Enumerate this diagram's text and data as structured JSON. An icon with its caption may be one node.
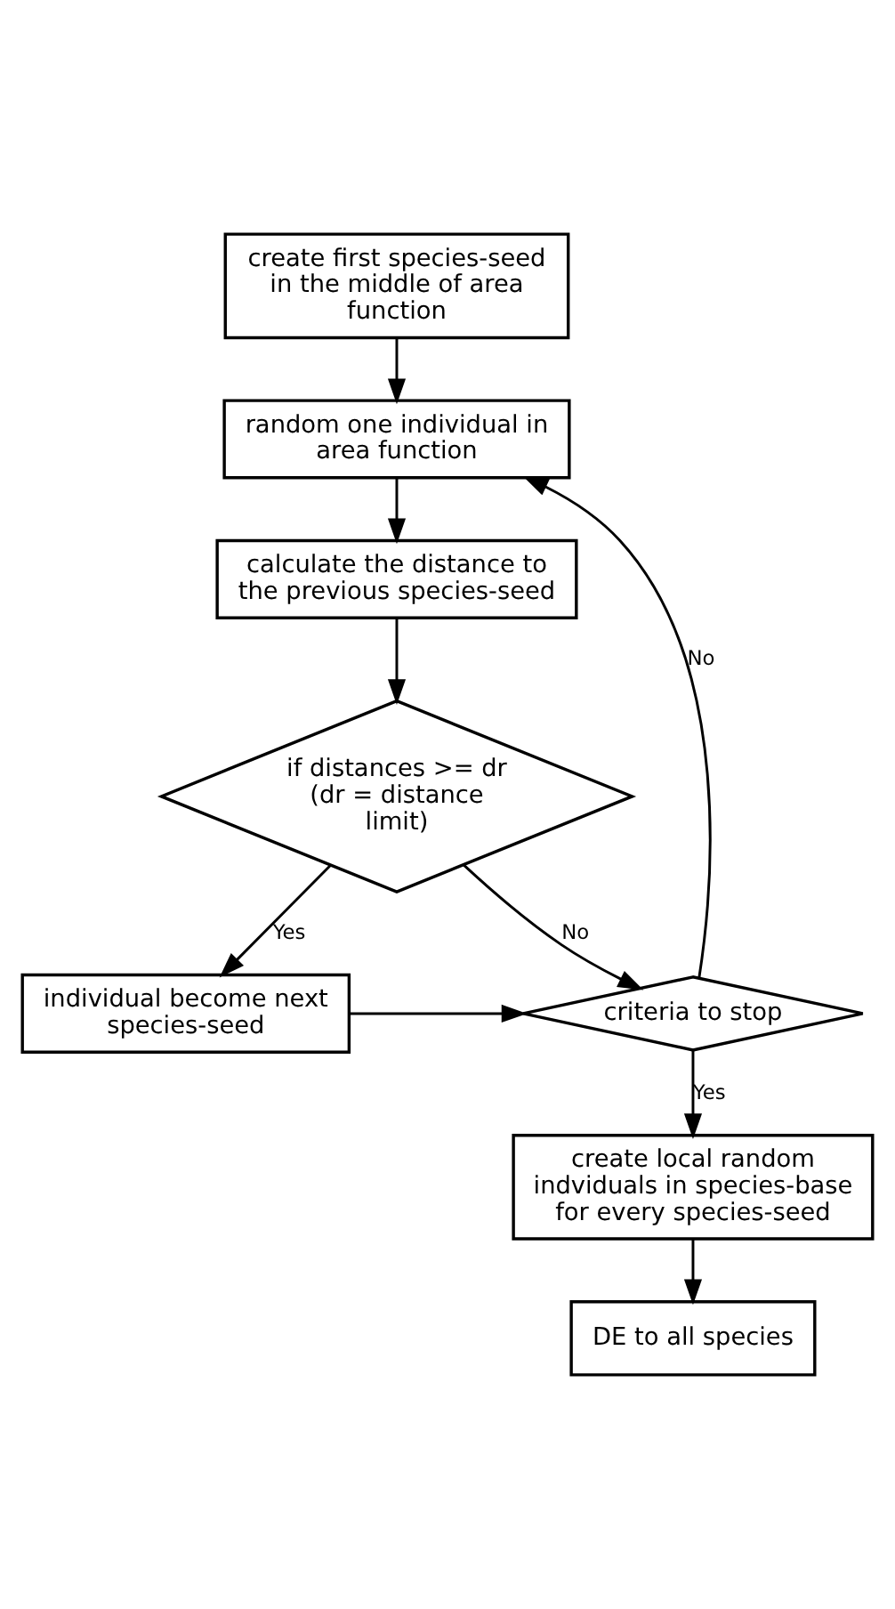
{
  "diagram": {
    "nodes": [
      {
        "text": [
          "create first species-seed in the middle of area function"
        ]
      },
      {
        "text": [
          "random one individual in area function"
        ]
      },
      {
        "text": [
          "calculate the distance to the previous species-seed"
        ]
      },
      {
        "text": [
          "if distances >= dr (dr = distance limit)"
        ]
      },
      {
        "text": [
          "individual become next species-seed"
        ]
      },
      {
        "text": [
          "criteria to stop"
        ]
      },
      {
        "text": [
          "create local random indviduals in species-base for every species-seed"
        ]
      },
      {
        "text": [
          "DE to all species"
        ]
      }
    ],
    "edges": [
      {
        "from": 0,
        "to": 1,
        "arrow": "to"
      },
      {
        "from": 1,
        "to": 2,
        "arrow": "to"
      },
      {
        "from": 2,
        "to": 3,
        "arrow": "to"
      },
      {
        "from": 3,
        "to": 4,
        "arrow": "to",
        "label": "Yes"
      },
      {
        "from": 3,
        "to": 5,
        "arrow": "to",
        "label": "No"
      },
      {
        "from": 4,
        "to": 5,
        "arrow": "to"
      },
      {
        "from": 5,
        "to": 1,
        "arrow": "to",
        "label": "No"
      },
      {
        "from": 5,
        "to": 6,
        "arrow": "to",
        "label": "Yes"
      },
      {
        "from": 6,
        "to": 7,
        "arrow": "to"
      }
    ]
  }
}
